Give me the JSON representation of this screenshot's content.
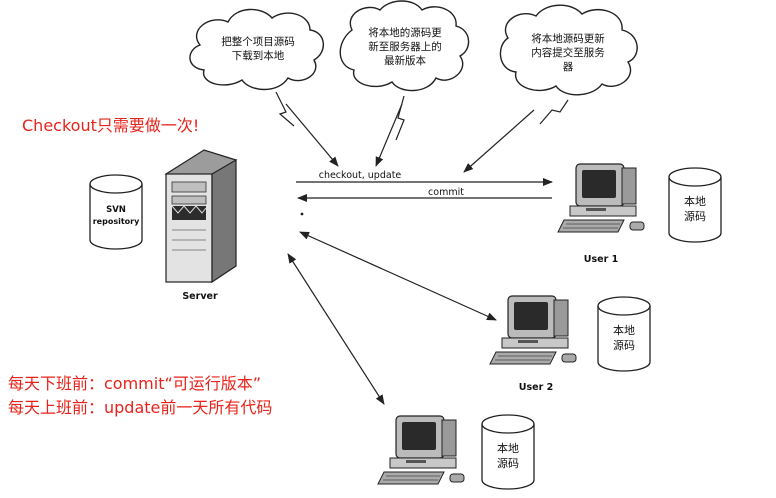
{
  "clouds": [
    {
      "lines": [
        "把整个项目源码",
        "下载到本地"
      ]
    },
    {
      "lines": [
        "将本地的源码更",
        "新至服务器上的",
        "最新版本"
      ]
    },
    {
      "lines": [
        "将本地源码更新",
        "内容提交至服务",
        "器"
      ]
    }
  ],
  "annotation_top": "Checkout只需要做一次!",
  "annotation_bottom": [
    "每天下班前：commit“可运行版本”",
    "每天上班前：update前一天所有代码"
  ],
  "repository": {
    "lines": [
      "SVN",
      "repository"
    ]
  },
  "server_label": "Server",
  "arrow_labels": {
    "checkout": "checkout, update",
    "commit": "commit"
  },
  "users": [
    {
      "label": "User 1",
      "local_lines": [
        "本地",
        "源码"
      ]
    },
    {
      "label": "User 2",
      "local_lines": [
        "本地",
        "源码"
      ]
    },
    {
      "label": "",
      "local_lines": [
        "本地",
        "源码"
      ]
    }
  ]
}
